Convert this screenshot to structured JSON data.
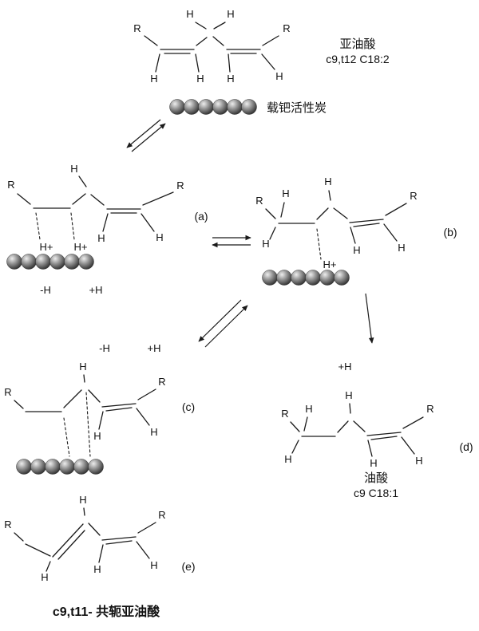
{
  "labels": {
    "H": "H",
    "R": "R",
    "H_plus": "H+",
    "minus_H": "-H",
    "plus_H": "+H"
  },
  "captions": {
    "linoleic_name": "亚油酸",
    "linoleic_formula": "c9,t12 C18:2",
    "catalyst": "载钯活性炭",
    "oleic_name": "油酸",
    "oleic_formula": "c9  C18:1",
    "conjugated_name": "c9,t11- 共轭亚油酸"
  },
  "step_labels": {
    "a": "(a)",
    "b": "(b)",
    "c": "(c)",
    "d": "(d)",
    "e": "(e)"
  },
  "colors": {
    "bond": "#1a1a1a",
    "sphere_highlight": "#eeeeee",
    "sphere_mid": "#999999",
    "sphere_dark": "#1f1f1f",
    "background": "#ffffff"
  }
}
